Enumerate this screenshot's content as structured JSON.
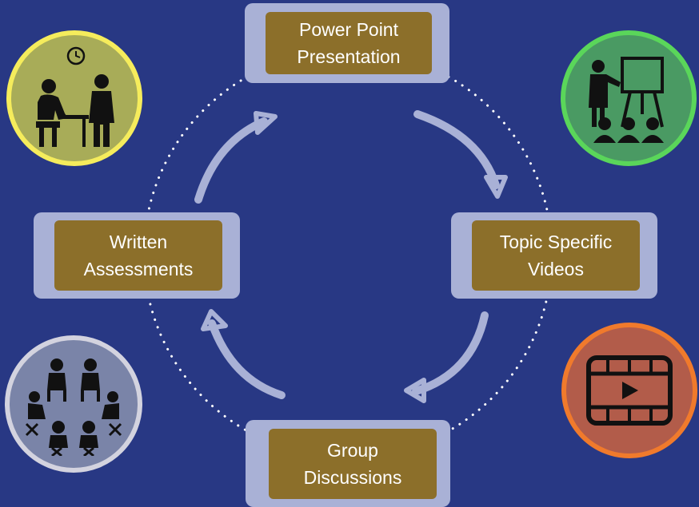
{
  "colors": {
    "background": "#283884",
    "dotted_ring": "#ffffff",
    "arrow": "#a9b1d6",
    "node_frame": "#a9b1d6",
    "node_fill": "#8c6f2a",
    "node_text": "#ffffff"
  },
  "cycle": {
    "steps": [
      {
        "label": "Power Point\nPresentation"
      },
      {
        "label": "Topic Specific\nVideos"
      },
      {
        "label": "Group\nDiscussions"
      },
      {
        "label": "Written\nAssessments"
      }
    ],
    "direction": "clockwise"
  },
  "icons": [
    {
      "name": "written-assessment-clock-icon",
      "ring": "#f5ec5c",
      "fill": "#a8ac58"
    },
    {
      "name": "presenter-audience-icon",
      "ring": "#5ad65a",
      "fill": "#4a9a63"
    },
    {
      "name": "group-discussion-icon",
      "ring": "#d3d3df",
      "fill": "#7a84a8"
    },
    {
      "name": "video-play-icon",
      "ring": "#f07a2c",
      "fill": "#b25c4a"
    }
  ]
}
